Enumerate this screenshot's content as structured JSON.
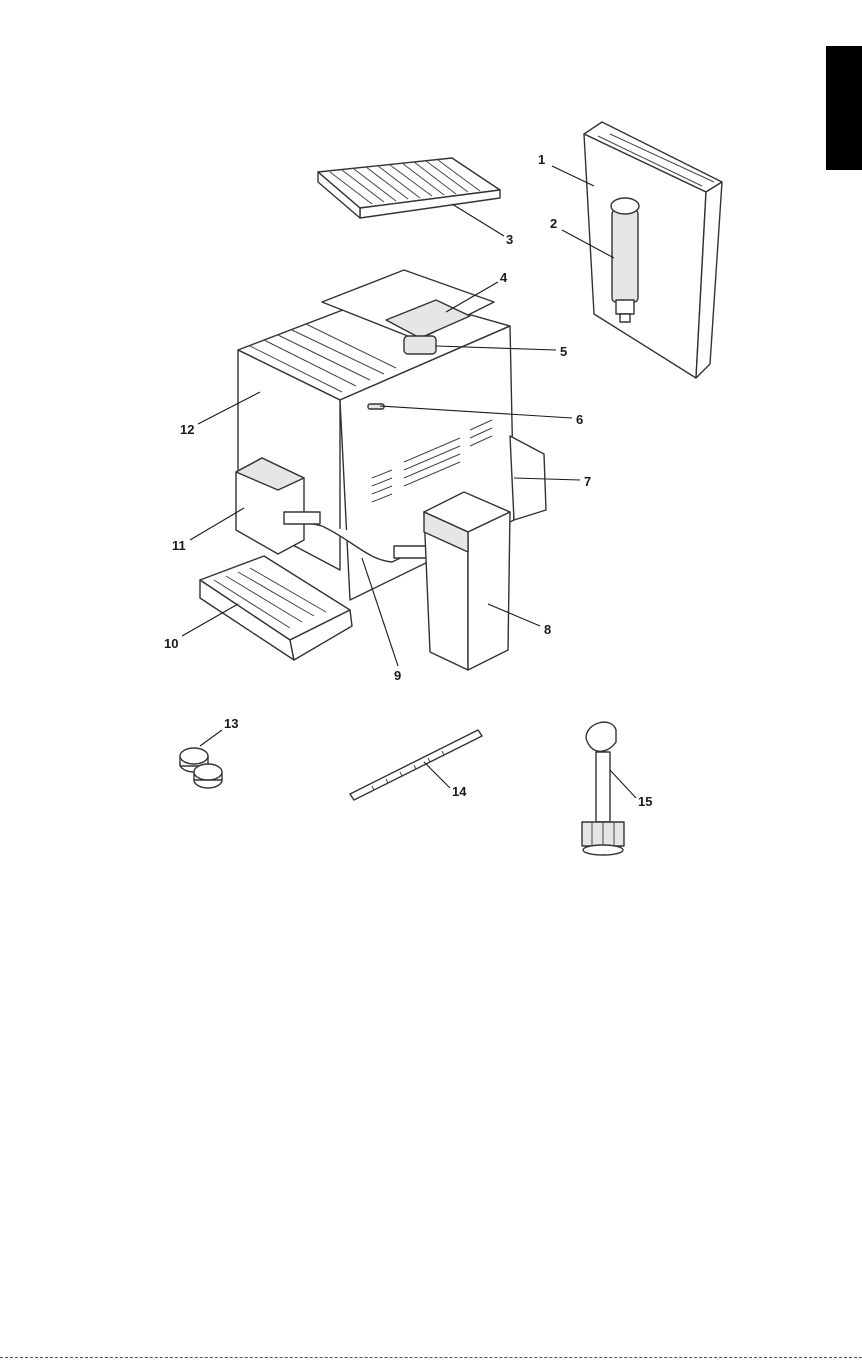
{
  "diagram": {
    "callouts": [
      {
        "n": "1"
      },
      {
        "n": "2"
      },
      {
        "n": "3"
      },
      {
        "n": "4"
      },
      {
        "n": "5"
      },
      {
        "n": "6"
      },
      {
        "n": "7"
      },
      {
        "n": "8"
      },
      {
        "n": "9"
      },
      {
        "n": "10"
      },
      {
        "n": "11"
      },
      {
        "n": "12"
      },
      {
        "n": "13"
      },
      {
        "n": "14"
      },
      {
        "n": "15"
      }
    ]
  },
  "colors": {
    "ink": "#1a1a1a",
    "tab": "#000000"
  }
}
